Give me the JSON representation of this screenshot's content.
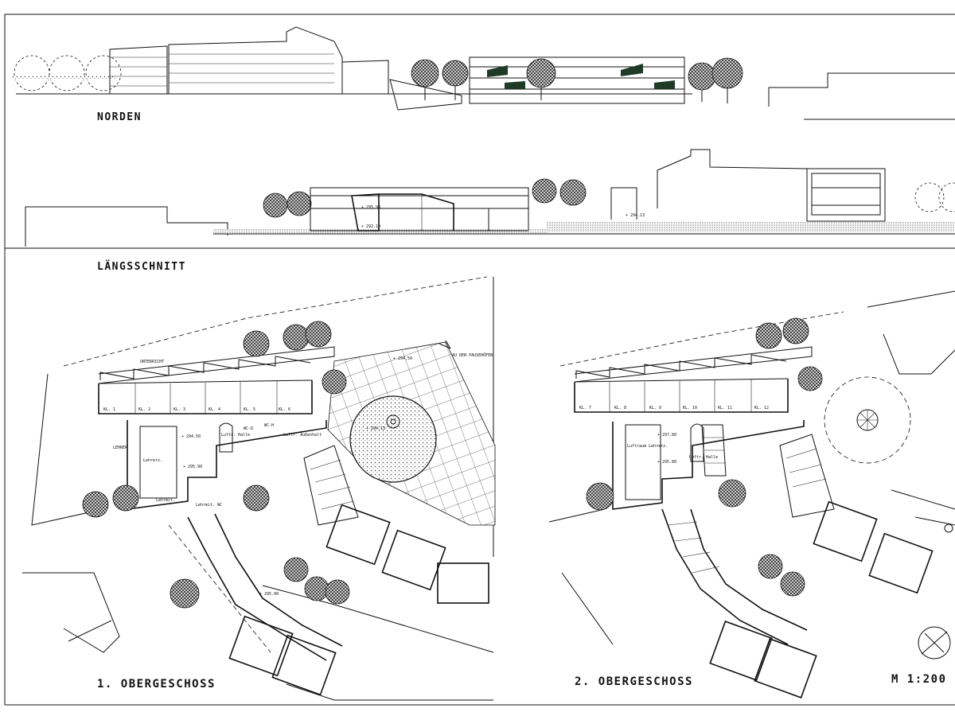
{
  "sheet": {
    "north_elevation_label": "NORDEN",
    "section_label": "LÄNGSSCHNITT",
    "first_floor_label": "1. OBERGESCHOSS",
    "second_floor_label": "2. OBERGESCHOSS",
    "scale_label": "M 1:200",
    "frame_color": "#111111",
    "window_accent_color": "#1f3a26"
  },
  "section_levels": [
    "+ 295.90",
    "+ 292.10",
    "+ 294.13"
  ],
  "floor1": {
    "top_label": "UNTERRICHT",
    "arrow_label": "AU DEN PAUSEHÖFEN",
    "rooms": [
      "KL. 1",
      "KL. 2",
      "KL. 3",
      "KL. 4",
      "KL. 5",
      "KL. 6"
    ],
    "labels": [
      "LEHRER",
      "Lehrerz.",
      "Lehrmit.",
      "Luftr. Halle",
      "WC-D",
      "WC-H",
      "Luftr. Außenhalt",
      "Lehrmit. WC"
    ],
    "levels": [
      "+ 294.50",
      "+ 294.13",
      "+ 294.50",
      "+ 295.90",
      "+ 295.00"
    ]
  },
  "floor2": {
    "rooms": [
      "KL. 7",
      "KL. 8",
      "KL. 9",
      "KL. 10",
      "KL. 11",
      "KL. 12"
    ],
    "labels": [
      "Luftraum Lehrerz.",
      "Luftr. Halle"
    ],
    "levels": [
      "+ 297.80",
      "+ 295.80"
    ]
  }
}
